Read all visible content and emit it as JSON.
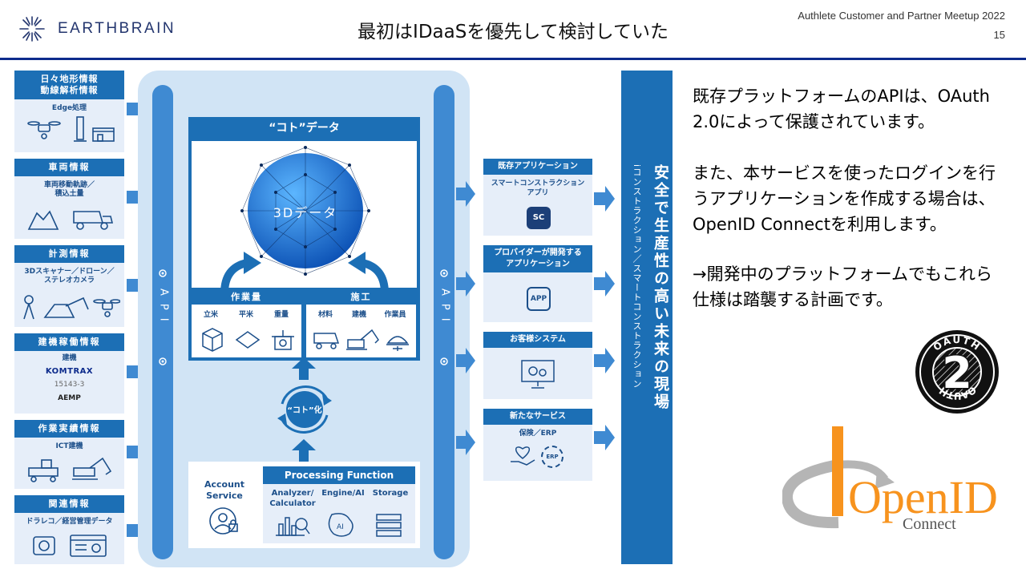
{
  "header": {
    "logo_text": "EARTHBRAIN",
    "title": "最初はIDaaSを優先して検討していた",
    "event": "Authlete Customer and Partner Meetup 2022",
    "page": "15"
  },
  "left_cards": [
    {
      "title": "日々地形情報\n動線解析情報",
      "sub": "Edge処理"
    },
    {
      "title": "車両情報",
      "sub": "車両移動軌跡／\n積込土量"
    },
    {
      "title": "計測情報",
      "sub": "3Dスキャナー／ドローン／\nステレオカメラ"
    },
    {
      "title": "建機稼働情報",
      "sub": "建機",
      "brands": [
        "KOMTRAX",
        "15143-3",
        "AEMP"
      ]
    },
    {
      "title": "作業実績情報",
      "sub": "ICT建機"
    },
    {
      "title": "関連情報",
      "sub": "ドラレコ／経営管理データ"
    }
  ],
  "api_label": "API",
  "center": {
    "koto_header": "“コト”データ",
    "sphere_label": "3Dデータ",
    "workload": {
      "title": "作業量",
      "items": [
        "立米",
        "平米",
        "重量"
      ]
    },
    "construction": {
      "title": "施工",
      "items": [
        "材料",
        "建機",
        "作業員"
      ]
    },
    "koto_ka": "“コト”化",
    "account_service": "Account\nService",
    "processing": {
      "title": "Processing Function",
      "items": [
        "Analyzer/\nCalculator",
        "Engine/AI",
        "Storage"
      ]
    }
  },
  "right_cards": [
    {
      "title": "既存アプリケーション",
      "sub": "スマートコンストラクション\nアプリ",
      "icon_text": "SC"
    },
    {
      "title": "プロバイダーが開発する\nアプリケーション",
      "sub": "",
      "icon_text": "APP"
    },
    {
      "title": "お客様システム",
      "sub": ""
    },
    {
      "title": "新たなサービス",
      "sub": "保険／ERP",
      "icon_text": "ERP"
    }
  ],
  "far_bar": {
    "main": "安全で生産性の高い未来の現場",
    "sub": "iコンストラクション／スマートコンストラクション"
  },
  "text": {
    "p1": "既存プラットフォームのAPIは、OAuth 2.0によって保護されています。",
    "p2": "また、本サービスを使ったログインを行うアプリケーションを作成する場合は、OpenID Connectを利用します。",
    "p3": "→開発中のプラットフォームでもこれら仕様は踏襲する計画です。"
  },
  "logos": {
    "oauth_ring_top": "OAUTH",
    "oauth_ring_bottom": "OAUTH",
    "oauth_number": "2",
    "openid_main": "OpenID",
    "openid_sub": "Connect"
  },
  "colors": {
    "navy": "#0d2b8c",
    "blue": "#1c6fb5",
    "light": "#e6eef9",
    "panel": "#d1e4f5",
    "openid_orange": "#f7931e",
    "openid_gray": "#b5b5b5"
  }
}
